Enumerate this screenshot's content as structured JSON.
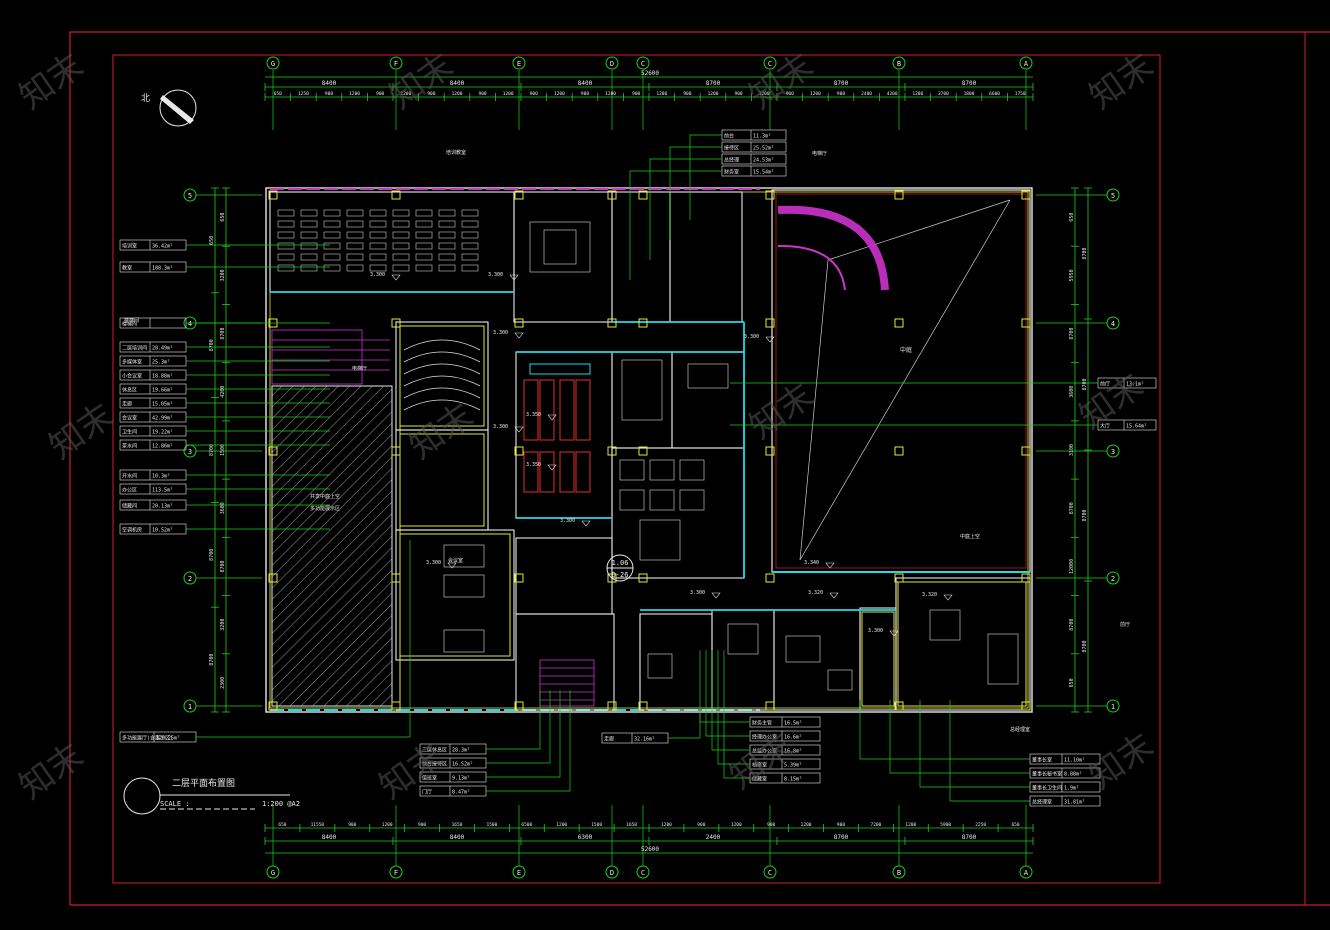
{
  "colors": {
    "background": "#000000",
    "frame": "#d0202a",
    "dimension": "#19d219",
    "wall": "#e8e8e8",
    "cyan": "#1fd8e8",
    "yellow": "#e6e633",
    "magenta": "#cc33cc",
    "red": "#e03030",
    "label_text": "#e8e8e8",
    "hatch": "#bbbbbb",
    "watermark": "#555555"
  },
  "watermark": "知末",
  "grid_axes": {
    "columns": [
      "G",
      "F",
      "E",
      "D",
      "C",
      "C",
      "B",
      "A"
    ],
    "rows": [
      "5",
      "4",
      "3",
      "2",
      "1"
    ]
  },
  "top_dimensions": {
    "overall": "52600",
    "major": [
      "8400",
      "8400",
      "8400",
      "8700",
      "8700",
      "8700"
    ],
    "minor": [
      "650",
      "1250",
      "900",
      "1200",
      "900",
      "1200",
      "900",
      "1200",
      "900",
      "1200",
      "900",
      "1200",
      "900",
      "1200",
      "900",
      "1200",
      "900",
      "1200",
      "900",
      "1200",
      "900",
      "1200",
      "900",
      "2400",
      "4200",
      "1200",
      "3700",
      "1800",
      "6600",
      "1750"
    ]
  },
  "bottom_dimensions": {
    "overall": "52600",
    "major": [
      "8400",
      "8400",
      "6300",
      "2400",
      "8700",
      "8700"
    ],
    "minor": [
      "650",
      "11550",
      "900",
      "1200",
      "900",
      "1650",
      "1500",
      "6500",
      "1200",
      "1500",
      "1650",
      "1200",
      "900",
      "1200",
      "900",
      "1200",
      "900",
      "7200",
      "1200",
      "5900",
      "2250",
      "650"
    ]
  },
  "left_dimensions": [
    "650",
    "3200",
    "8700",
    "4200",
    "1500",
    "3600",
    "8700",
    "3200",
    "2300"
  ],
  "right_dimensions": [
    "650",
    "5950",
    "8700",
    "3600",
    "3100",
    "8700",
    "12000",
    "8700",
    "650"
  ],
  "left_tags": [
    {
      "name": "培训室",
      "value": "36.42m²"
    },
    {
      "name": "教室",
      "value": "188.3m²"
    },
    {
      "name": "楼梯间",
      "value": ""
    },
    {
      "name": "二层培训间",
      "value": "28.49m²"
    },
    {
      "name": "多媒体室",
      "value": "25.3m²"
    },
    {
      "name": "小会议室",
      "value": "18.88m²"
    },
    {
      "name": "休息区",
      "value": "19.66m²"
    },
    {
      "name": "走廊",
      "value": "15.05m²"
    },
    {
      "name": "会议室",
      "value": "42.99m²"
    },
    {
      "name": "卫生间",
      "value": "19.22m²"
    },
    {
      "name": "茶水间",
      "value": "12.86m²"
    },
    {
      "name": "开水间",
      "value": "10.3m²"
    },
    {
      "name": "办公区",
      "value": "113.5m²"
    },
    {
      "name": "储藏间",
      "value": "20.13m²"
    },
    {
      "name": "空调机房",
      "value": "10.52m²"
    }
  ],
  "top_tags": [
    {
      "name": "前台",
      "value": "11.3m²"
    },
    {
      "name": "接待区",
      "value": "25.52m²"
    },
    {
      "name": "总经理",
      "value": "24.53m²"
    },
    {
      "name": "财务室",
      "value": "15.54m²"
    }
  ],
  "right_tags": [
    {
      "name": "前厅",
      "value": "13.1m²"
    },
    {
      "name": "大厅",
      "value": "15.64m²"
    }
  ],
  "bottom_left_tags": [
    {
      "name": "多功能展厅(含展示区)",
      "value": "129.25m²"
    }
  ],
  "bottom_center_tags": [
    {
      "name": "二层休息区",
      "value": "28.3m²"
    },
    {
      "name": "前台接待区",
      "value": "16.52m²"
    },
    {
      "name": "值班室",
      "value": "9.13m²"
    },
    {
      "name": "门厅",
      "value": "8.47m²"
    }
  ],
  "corridor_tag": {
    "name": "走廊",
    "value": "32.16m²"
  },
  "bottom_right_tags_a": [
    {
      "name": "财务主管",
      "value": "16.5m²"
    },
    {
      "name": "经理办公室",
      "value": "16.6m²"
    },
    {
      "name": "总监办公室",
      "value": "16.8m²"
    },
    {
      "name": "档案室",
      "value": "5.39m²"
    },
    {
      "name": "储藏室",
      "value": "8.15m²"
    }
  ],
  "bottom_right_tags_b": [
    {
      "name": "董事长室",
      "value": "11.10m²"
    },
    {
      "name": "董事长秘书室",
      "value": "8.88m²"
    },
    {
      "name": "董事长卫生间",
      "value": "1.9m²"
    },
    {
      "name": "总经理室",
      "value": "31.81m²"
    }
  ],
  "room_labels": {
    "atrium": "中庭",
    "lobby_void": "共享中庭上空",
    "exhibition": "多功能展示区",
    "elevator_top": "电梯厅",
    "stair_note": "楼梯间",
    "right_note": "前厅",
    "void_note": "中庭上空",
    "exec_note": "总经理室",
    "left_mid_note": "会议室",
    "top_note": "培训教室"
  },
  "elevations": [
    "3.300",
    "3.300",
    "3.300",
    "3.300",
    "3.300",
    "3.300",
    "3.300",
    "3.320",
    "3.320",
    "3.340",
    "3.350",
    "3.350",
    "3.300",
    "3.300"
  ],
  "title_block": {
    "title": "二层平面布置图",
    "scale_label": "SCALE :",
    "scale_value": "1:200 @A2",
    "section_top": "1.06",
    "section_bottom": "D-26"
  }
}
